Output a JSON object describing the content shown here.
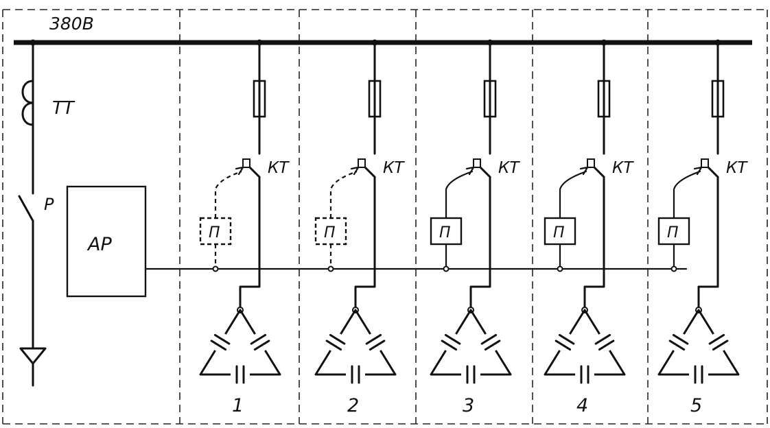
{
  "bus_voltage": "380B",
  "current_transformer_label": "ТТ",
  "switch_label": "Р",
  "regulator_label": "АР",
  "sections": [
    {
      "number": "1",
      "contactor_label": "КТ",
      "starter_label": "П",
      "dashed": true
    },
    {
      "number": "2",
      "contactor_label": "КТ",
      "starter_label": "П",
      "dashed": true
    },
    {
      "number": "3",
      "contactor_label": "КТ",
      "starter_label": "П",
      "dashed": false
    },
    {
      "number": "4",
      "contactor_label": "КТ",
      "starter_label": "П",
      "dashed": false
    },
    {
      "number": "5",
      "contactor_label": "КТ",
      "starter_label": "П",
      "dashed": false
    }
  ]
}
